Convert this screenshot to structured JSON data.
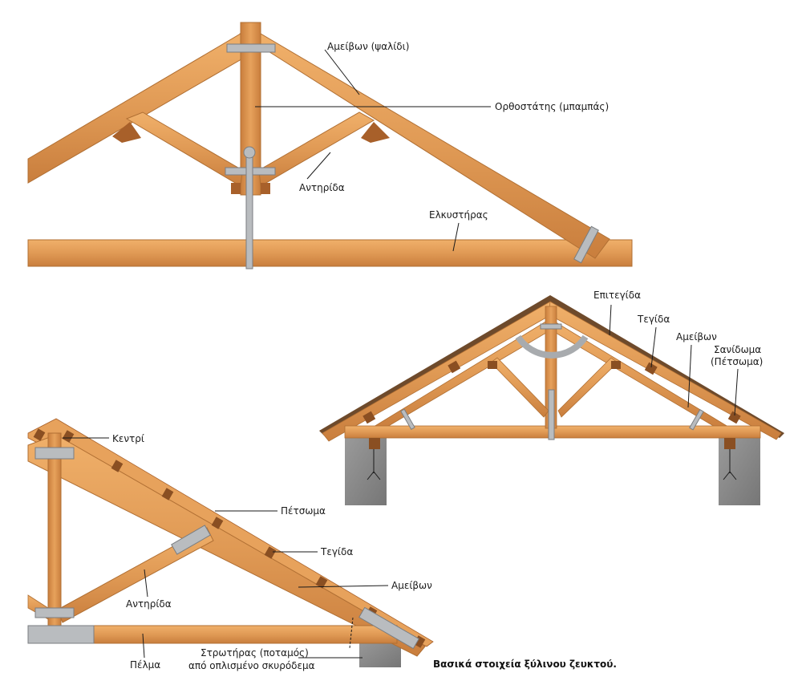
{
  "diagram_top": {
    "labels": {
      "ameivon_psalidi": "Αμείβων (ψαλίδι)",
      "orthostatis": "Ορθοστάτης (μπαμπάς)",
      "antiridia": "Αντηρίδα",
      "elkystiras": "Ελκυστήρας"
    }
  },
  "diagram_right": {
    "labels": {
      "epitegida": "Επιτεγίδα",
      "tegida": "Τεγίδα",
      "ameivon": "Αμείβων",
      "sanidoma_1": "Σανίδωμα",
      "sanidoma_2": "(Πέτσωμα)"
    }
  },
  "diagram_bottom_left": {
    "labels": {
      "kentri": "Κεντρί",
      "petsoma": "Πέτσωμα",
      "tegida": "Τεγίδα",
      "ameivon": "Αμείβων",
      "antiridia": "Αντηρίδα",
      "pelma": "Πέλμα",
      "strotiras_1": "Στρωτήρας (ποταμός)",
      "strotiras_2": "από οπλισμένο σκυρόδεμα"
    }
  },
  "caption": "Βασικά στοιχεία ξύλινου ζευκτού.",
  "colors": {
    "wood": "#e09a55",
    "wood_dark": "#a8602a",
    "metal": "#b9bcbf",
    "concrete": "#8a8a8a",
    "roof": "#6e4a2b"
  }
}
